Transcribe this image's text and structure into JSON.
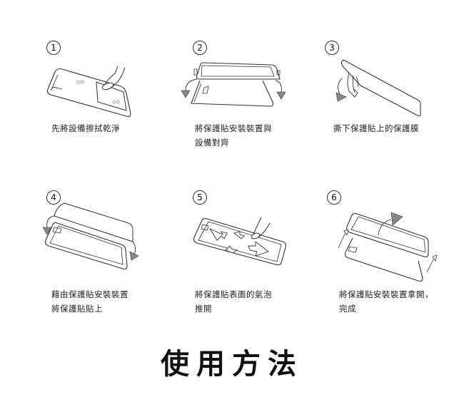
{
  "title": "使用方法",
  "steps": [
    {
      "number": "1",
      "caption_line1": "先將設備擦拭乾淨",
      "caption_line2": ""
    },
    {
      "number": "2",
      "caption_line1": "將保護貼安裝裝置與",
      "caption_line2": "設備對齊"
    },
    {
      "number": "3",
      "caption_line1": "撕下保護貼上的保護膜",
      "caption_line2": ""
    },
    {
      "number": "4",
      "caption_line1": "藉由保護貼安裝裝置",
      "caption_line2": "將保護貼貼上"
    },
    {
      "number": "5",
      "caption_line1": "將保護貼表面的氣泡",
      "caption_line2": "推開"
    },
    {
      "number": "6",
      "caption_line1": "將保護貼安裝裝置拿開，",
      "caption_line2": "完成"
    }
  ],
  "colors": {
    "line": "#333333",
    "arrow_fill": "#888888",
    "background": "#ffffff"
  }
}
